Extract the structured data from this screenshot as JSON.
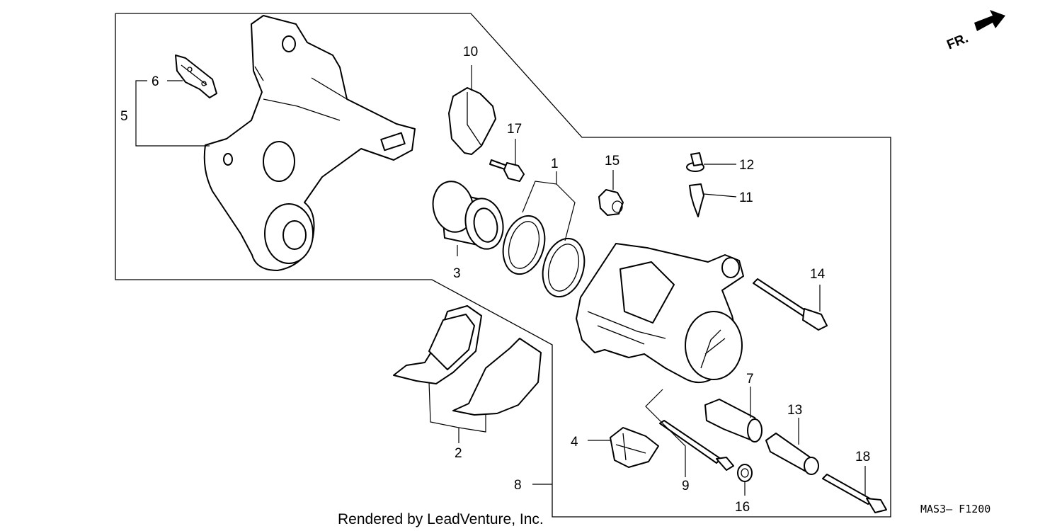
{
  "diagram": {
    "orientation_marker": "FR.",
    "callouts": {
      "c1": "1",
      "c2": "2",
      "c3": "3",
      "c4": "4",
      "c5": "5",
      "c6": "6",
      "c7": "7",
      "c8": "8",
      "c9": "9",
      "c10": "10",
      "c11": "11",
      "c12": "12",
      "c13": "13",
      "c14": "14",
      "c15": "15",
      "c16": "16",
      "c17": "17",
      "c18": "18"
    },
    "diagram_code": "MAS3— F1200",
    "credit": "Rendered by LeadVenture, Inc."
  }
}
